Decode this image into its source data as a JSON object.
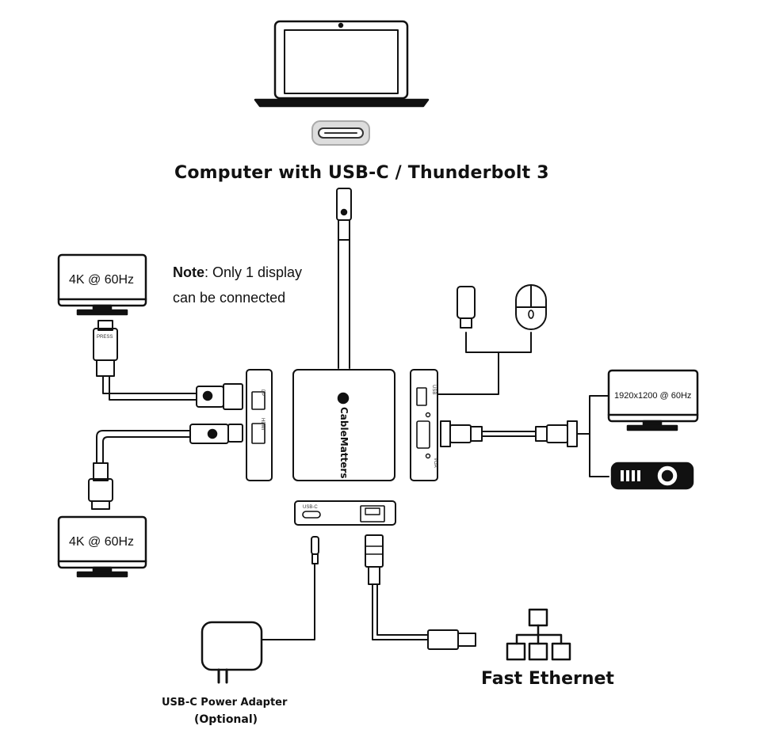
{
  "computer": {
    "label": "Computer with USB-C / Thunderbolt 3"
  },
  "note": {
    "bold": "Note",
    "text": ": Only 1 display",
    "line2": "can be connected"
  },
  "displays": {
    "dp_monitor": "4K @ 60Hz",
    "hdmi_monitor": "4K @ 60Hz",
    "vga_monitor": "1920x1200 @ 60Hz"
  },
  "hub": {
    "brand": "CableMatters",
    "port_dp": "DP",
    "port_hdmi": "HDMI",
    "port_usb": "USB",
    "port_vga": "VGA",
    "port_pd": "USB-C",
    "connector_press": "PRESS"
  },
  "ethernet": {
    "label": "Fast Ethernet"
  },
  "power": {
    "label": "USB-C Power Adapter",
    "note": "(Optional)"
  }
}
